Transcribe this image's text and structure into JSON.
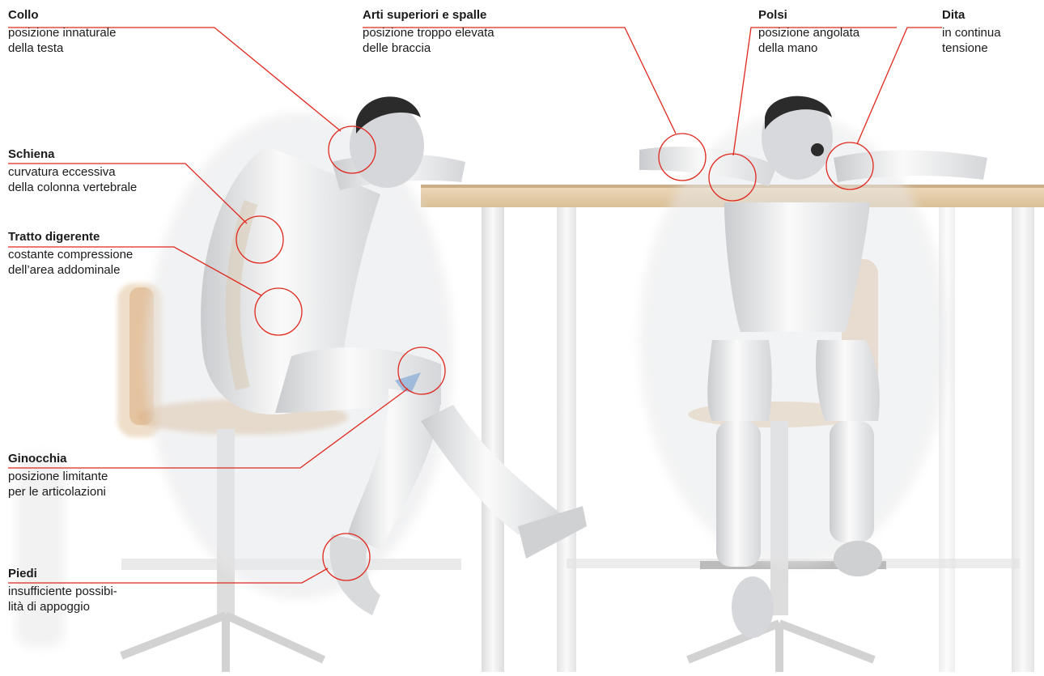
{
  "annotations": [
    {
      "id": "collo",
      "title": "Collo",
      "lines": [
        "posizione innaturale",
        "della testa"
      ]
    },
    {
      "id": "schiena",
      "title": "Schiena",
      "lines": [
        "curvatura eccessiva",
        "della colonna vertebrale"
      ]
    },
    {
      "id": "tratto",
      "title": "Tratto digerente",
      "lines": [
        "costante compressione",
        "dell’area addominale"
      ]
    },
    {
      "id": "ginocchia",
      "title": "Ginocchia",
      "lines": [
        "posizione limitante",
        "per le articolazioni"
      ]
    },
    {
      "id": "piedi",
      "title": "Piedi",
      "lines": [
        "insufficiente possibi-",
        "lità di appoggio"
      ]
    },
    {
      "id": "arti",
      "title": "Arti superiori e spalle",
      "lines": [
        "posizione troppo elevata",
        "delle braccia"
      ]
    },
    {
      "id": "polsi",
      "title": "Polsi",
      "lines": [
        "posizione angolata",
        "della mano"
      ]
    },
    {
      "id": "dita",
      "title": "Dita",
      "lines": [
        "in continua",
        "tensione"
      ]
    }
  ],
  "colors": {
    "leader": "#e0281e",
    "skin_shade": "#cfd1d4",
    "hair": "#2b2b2b",
    "desk_wood": "#e2c9a4",
    "chair_seat": "#ddb489",
    "frame": "#d8d8d8"
  }
}
